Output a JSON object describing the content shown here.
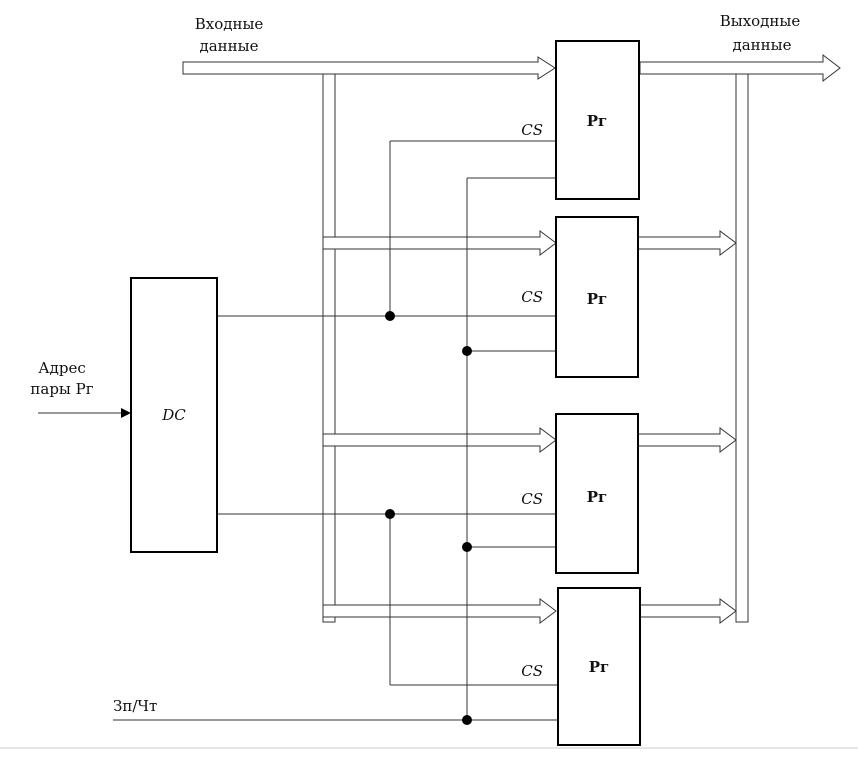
{
  "labels": {
    "input_line1": "Входные",
    "input_line2": "данные",
    "output_line1": "Выходные",
    "output_line2": "данные",
    "address_line1": "Адрес",
    "address_line2": "пары Рг",
    "decoder": "DC",
    "write_read": "Зп/Чт"
  },
  "registers": [
    {
      "label": "Рг",
      "cs": "CS"
    },
    {
      "label": "Рг",
      "cs": "CS"
    },
    {
      "label": "Рг",
      "cs": "CS"
    },
    {
      "label": "Рг",
      "cs": "CS"
    }
  ]
}
